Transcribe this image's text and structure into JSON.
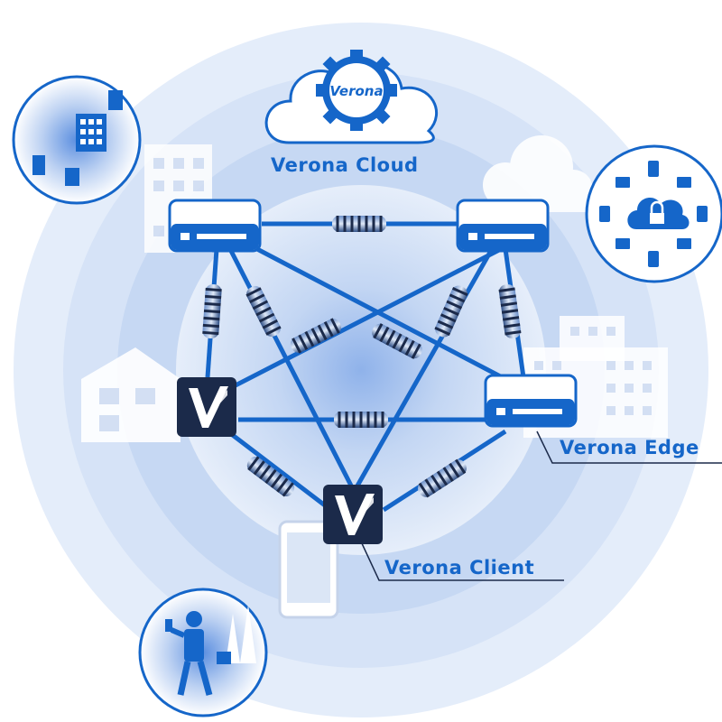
{
  "diagram": {
    "labels": {
      "cloud": "Verona Cloud",
      "edge": "Verona Edge",
      "client": "Verona Client"
    },
    "logo_text": "Verona",
    "colors": {
      "primary": "#1566c9",
      "dark_navy": "#1b2a4a",
      "ring_outer": "#dde8f8",
      "ring_mid": "#cddcf4",
      "ring_inner": "#b9cff0",
      "building": "#e9eef8"
    },
    "icons": [
      "cloud-gear-icon",
      "edge-device-icon",
      "client-app-icon",
      "smartphone-icon",
      "office-building-icon",
      "house-icon",
      "person-with-phone-icon",
      "cloud-lock-icon"
    ]
  }
}
